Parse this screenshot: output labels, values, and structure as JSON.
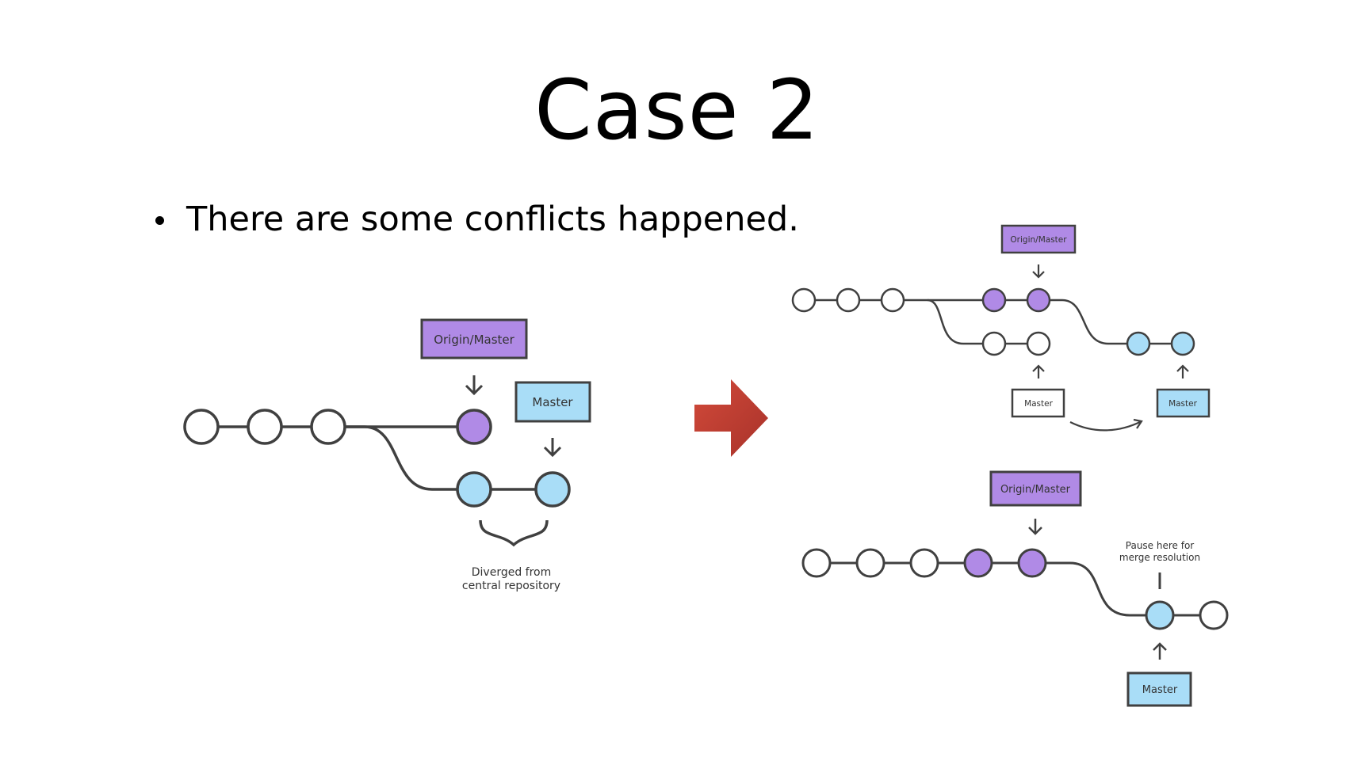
{
  "slide": {
    "title": "Case 2",
    "bullets": [
      "There are some conflicts happened."
    ]
  },
  "colors": {
    "purple": "#b08ae6",
    "blue": "#a9ddf7",
    "line": "#404040",
    "arrow": "#c0392b"
  },
  "left_diagram": {
    "origin_master_label": "Origin/Master",
    "master_label": "Master",
    "annotation_line1": "Diverged from",
    "annotation_line2": "central repository"
  },
  "right_top_diagram": {
    "origin_master_label": "Origin/Master",
    "master_old_label": "Master",
    "master_new_label": "Master"
  },
  "right_bottom_diagram": {
    "origin_master_label": "Origin/Master",
    "master_label": "Master",
    "annotation_line1": "Pause here for",
    "annotation_line2": "merge resolution"
  },
  "icons": {
    "transition": "right-arrow-icon",
    "pointer": "down-arrow-icon"
  }
}
